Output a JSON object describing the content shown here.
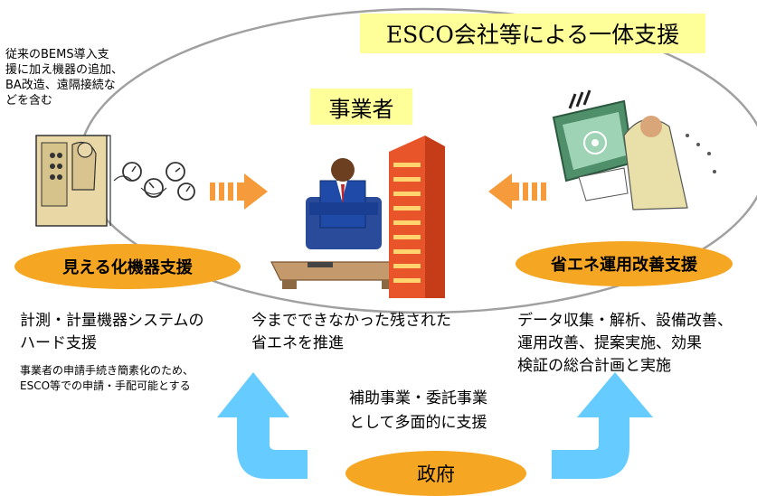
{
  "title": "ESCO会社等による一体支援",
  "center_label": "事業者",
  "left_note": [
    "従来のBEMS導入支",
    "援に加え機器の追加、",
    "BA改造、遠隔接続な",
    "どを含む"
  ],
  "left_oval": "見える化機器支援",
  "right_oval": "省エネ運用改善支援",
  "left_desc": [
    "計測・計量機器システムの",
    "ハード支援"
  ],
  "left_small": [
    "事業者の申請手続き簡素化のため、",
    "ESCO等での申請・手配可能とする"
  ],
  "center_desc": [
    "今までできなかった残された",
    "省エネを推進"
  ],
  "right_desc": [
    "データ収集・解析、設備改善、",
    "運用改善、提案実施、効果",
    "検証の総合計画と実施"
  ],
  "govt_desc": [
    "補助事業・委託事業",
    "として多面的に支援"
  ],
  "govt_oval": "政府",
  "colors": {
    "title_box": "#ffff99",
    "label_box": "#ffff99",
    "oval": "#f5a623",
    "side_arrow": "#f59b3b",
    "curved_arrow": "#66ccff"
  }
}
